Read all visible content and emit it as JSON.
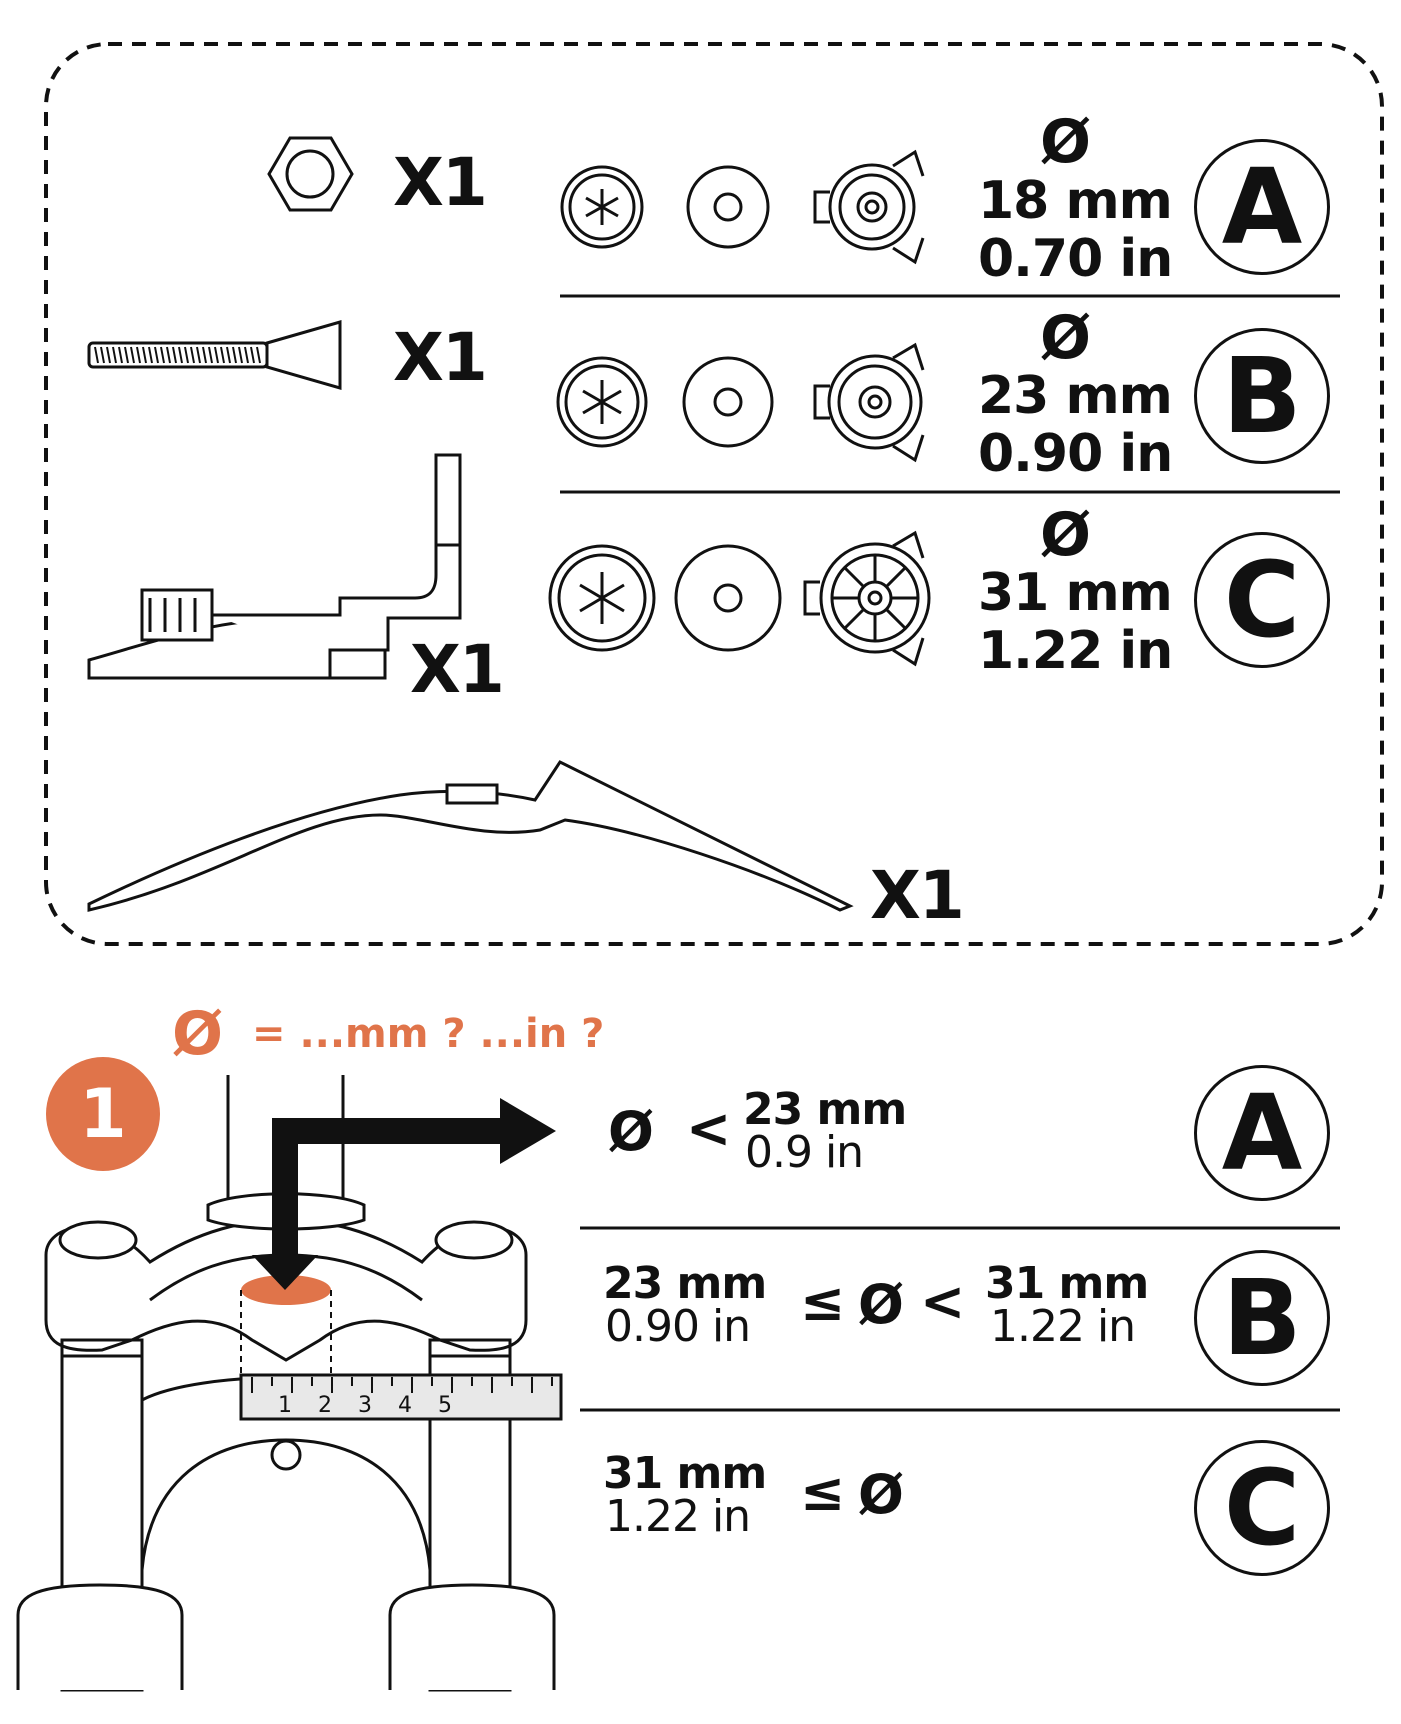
{
  "parts": {
    "nut_qty": "X1",
    "bolt_qty": "X1",
    "bracket_qty": "X1",
    "mudguard_qty": "X1"
  },
  "sizes": [
    {
      "symbol": "Ø",
      "mm": "18 mm",
      "in": "0.70 in",
      "letter": "A"
    },
    {
      "symbol": "Ø",
      "mm": "23 mm",
      "in": "0.90 in",
      "letter": "B"
    },
    {
      "symbol": "Ø",
      "mm": "31 mm",
      "in": "1.22 in",
      "letter": "C"
    }
  ],
  "step": {
    "number": "1",
    "measure_symbol": "Ø",
    "measure_question": "= ...mm ? ...in ?",
    "ruler_ticks": [
      "1",
      "2",
      "3",
      "4",
      "5"
    ]
  },
  "rules": [
    {
      "letter": "A",
      "symbol": "Ø",
      "op": "<",
      "mm": "23 mm",
      "in": "0.9 in"
    },
    {
      "letter": "B",
      "low_mm": "23 mm",
      "low_in": "0.90 in",
      "op1": "≤",
      "symbol": "Ø",
      "op2": "<",
      "high_mm": "31 mm",
      "high_in": "1.22 in"
    },
    {
      "letter": "C",
      "low_mm": "31 mm",
      "low_in": "1.22 in",
      "op": "≤",
      "symbol": "Ø"
    }
  ],
  "colors": {
    "accent": "#e0744a",
    "ink": "#111111"
  }
}
